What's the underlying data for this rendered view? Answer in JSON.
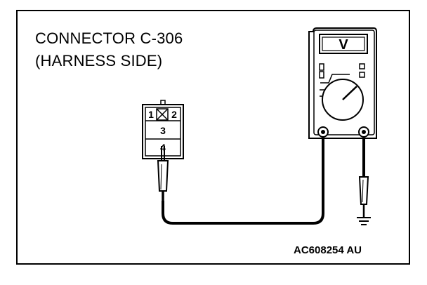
{
  "title": {
    "line1": "CONNECTOR C-306",
    "line2": "(HARNESS SIDE)"
  },
  "connector": {
    "pin1": "1",
    "pin2": "2",
    "pin3": "3",
    "pin4": "4"
  },
  "meter": {
    "display_symbol": "V"
  },
  "reference_code": "AC608254 AU",
  "colors": {
    "line": "#000000",
    "background": "#ffffff"
  }
}
